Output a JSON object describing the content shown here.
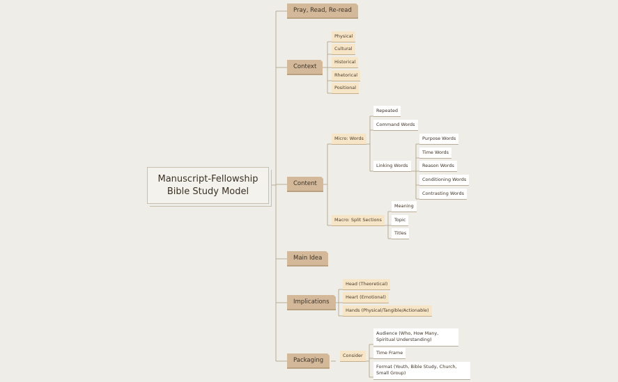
{
  "root": {
    "line1": "Manuscript-Fellowship",
    "line2": "Bible Study Model"
  },
  "branches": {
    "pray": "Pray, Read, Re-read",
    "context": {
      "label": "Context",
      "children": [
        "Physical",
        "Cultural",
        "Historical",
        "Rhetorical",
        "Positional"
      ]
    },
    "content": {
      "label": "Content",
      "micro": {
        "label": "Micro: Words",
        "repeated": "Repeated",
        "command": "Command Words",
        "linking": {
          "label": "Linking Words",
          "children": [
            "Purpose Words",
            "Time Words",
            "Reason Words",
            "Conditioning Words",
            "Contrasting Words"
          ]
        }
      },
      "macro": {
        "label": "Macro: Split Sections",
        "children": [
          "Meaning",
          "Topic",
          "Titles"
        ]
      }
    },
    "main_idea": "Main Idea",
    "implications": {
      "label": "Implications",
      "children": [
        "Head (Theoretical)",
        "Heart (Emotional)",
        "Hands (Physical/Tangible/Actionable)"
      ]
    },
    "packaging": {
      "label": "Packaging",
      "consider": "Consider",
      "children": [
        "Audience (Who, How Many, Spiritual Understanding)",
        "Time Frame",
        "Format (Youth, Bible Study, Church, Small Group)"
      ]
    }
  }
}
